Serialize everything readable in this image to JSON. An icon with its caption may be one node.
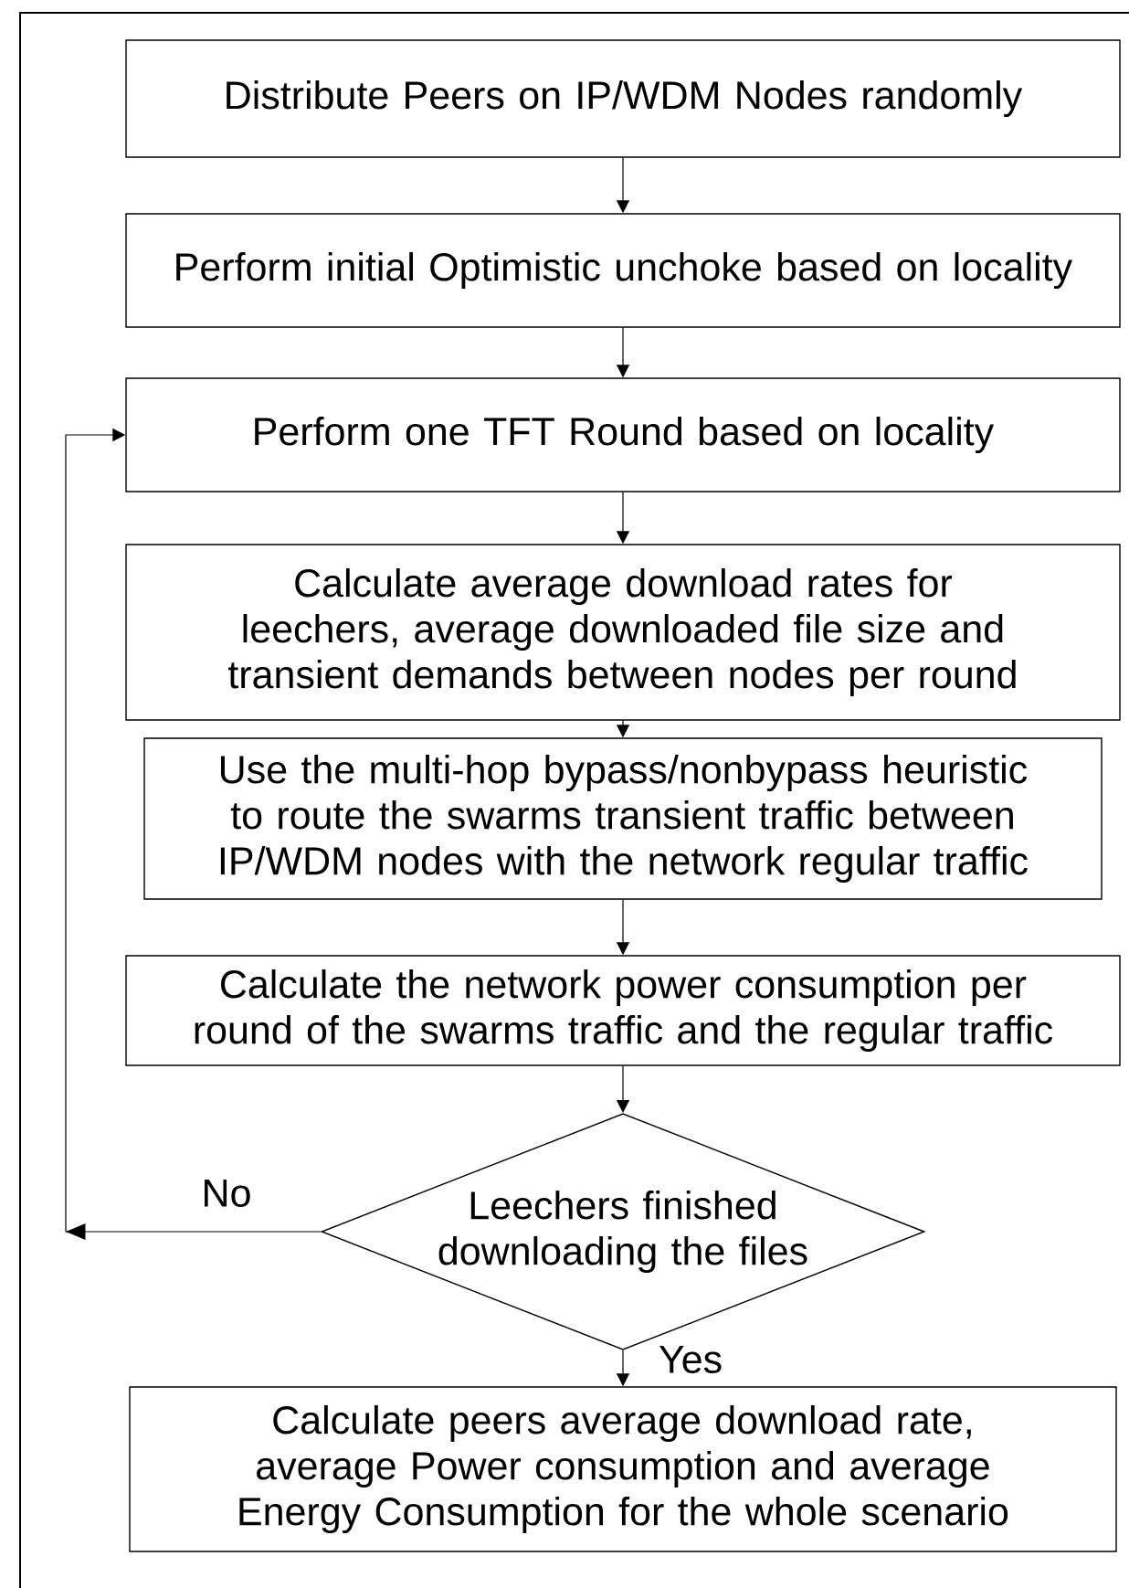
{
  "diagram": {
    "nodes": [
      {
        "text": [
          "Distribute Peers on IP/WDM Nodes randomly"
        ]
      },
      {
        "text": [
          "Perform initial Optimistic unchoke based on locality"
        ]
      },
      {
        "text": [
          "Perform one TFT Round based on locality"
        ]
      },
      {
        "text": [
          "Calculate average download rates for leechers, average downloaded file size and transient demands between nodes per round"
        ]
      },
      {
        "text": [
          "Use the multi-hop bypass/nonbypass heuristic to route the swarms transient traffic between IP/WDM nodes with the network regular traffic"
        ]
      },
      {
        "text": [
          "Calculate the network power consumption per round of the swarms traffic and the regular traffic"
        ]
      },
      {
        "text": [
          "Leechers finished downloading the files"
        ]
      },
      {
        "text": [
          "Calculate peers average download rate, average Power consumption and average Energy Consumption for the whole scenario"
        ]
      }
    ],
    "edges": [
      {
        "from": 0,
        "to": 1,
        "arrow": "to"
      },
      {
        "from": 1,
        "to": 2,
        "arrow": "to"
      },
      {
        "from": 2,
        "to": 3,
        "arrow": "to"
      },
      {
        "from": 3,
        "to": 4,
        "arrow": "to"
      },
      {
        "from": 4,
        "to": 5,
        "arrow": "to"
      },
      {
        "from": 5,
        "to": 6,
        "arrow": "to"
      },
      {
        "from": 6,
        "to": 2,
        "arrow": "to",
        "label": "No"
      },
      {
        "from": 6,
        "to": 7,
        "arrow": "to",
        "label": "Yes"
      }
    ]
  }
}
